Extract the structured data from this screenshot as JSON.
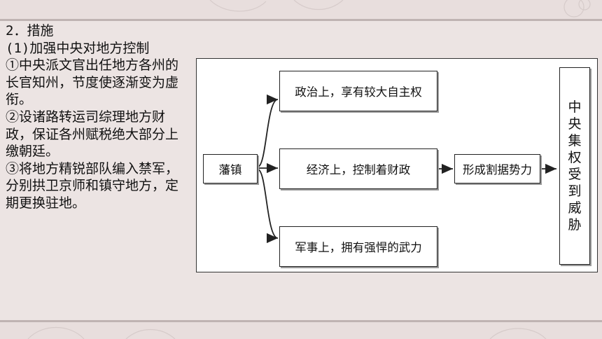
{
  "left_text": {
    "heading": "2．措施",
    "subheading": "(1)加强中央对地方控制",
    "point1": "①中央派文官出任地方各州的长官知州，节度使逐渐变为虚衔。",
    "point2": "②设诸路转运司综理地方财政，保证各州赋税绝大部分上缴朝廷。",
    "point3": "③将地方精锐部队编入禁军，分别拱卫京师和镇守地方，定期更换驻地。"
  },
  "diagram": {
    "source": "藩镇",
    "branches": [
      "政治上，享有较大自主权",
      "经济上，控制着财政",
      "军事上，拥有强悍的武力"
    ],
    "middle": "形成割据势力",
    "result_chars": [
      "中",
      "央",
      "集",
      "权",
      "受",
      "到",
      "威",
      "胁"
    ]
  }
}
